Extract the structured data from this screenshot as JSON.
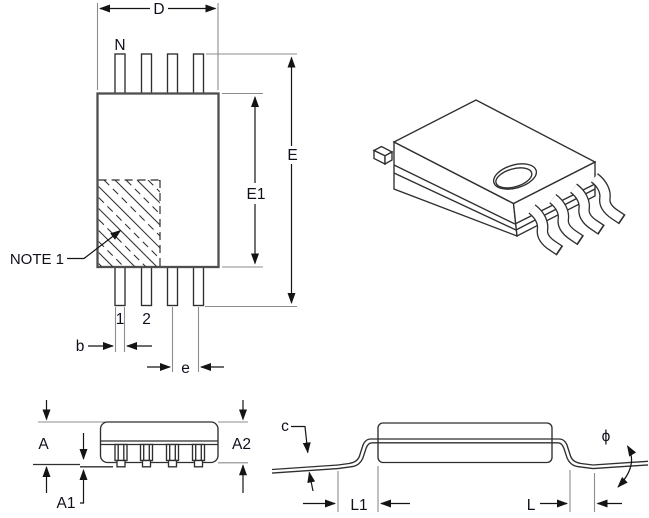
{
  "figure": {
    "description": "IC package outline mechanical drawing with top view, isometric view and two side views"
  },
  "labels": {
    "dim_D": "D",
    "pin_count": "N",
    "dim_E": "E",
    "dim_E1": "E1",
    "note1": "NOTE 1",
    "pin1": "1",
    "pin2": "2",
    "dim_b": "b",
    "dim_e": "e",
    "dim_A": "A",
    "dim_A1": "A1",
    "dim_A2": "A2",
    "dim_c": "c",
    "dim_L1": "L1",
    "dim_L": "L",
    "dim_phi": "ϕ"
  },
  "colors": {
    "background": "#ffffff",
    "line": "#2f2f2f",
    "body_outline": "#4f4f4f",
    "extension_line": "#8c8c8c",
    "text": "#10101c"
  }
}
